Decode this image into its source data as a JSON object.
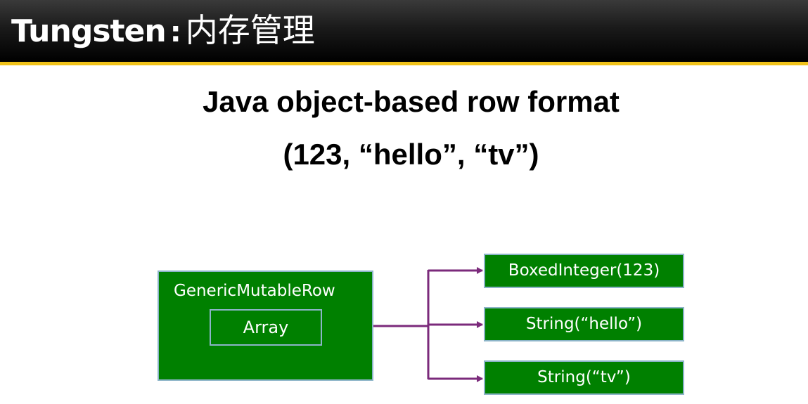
{
  "title": {
    "main": "Tungsten",
    "separator": ":",
    "sub": "内存管理"
  },
  "heading": {
    "line1": "Java object-based row format",
    "line2": "(123, “hello”, “tv”)"
  },
  "diagram": {
    "outer_box": {
      "label": "GenericMutableRow"
    },
    "inner_box": {
      "label": "Array"
    },
    "targets": [
      {
        "label": "BoxedInteger(123)"
      },
      {
        "label": "String(“hello”)"
      },
      {
        "label": "String(“tv”)"
      }
    ]
  },
  "colors": {
    "box_fill": "#008000",
    "box_border": "#8cb4c8",
    "arrow": "#7b2a7b",
    "title_bar": "#000000",
    "title_accent": "#f0c21a"
  }
}
